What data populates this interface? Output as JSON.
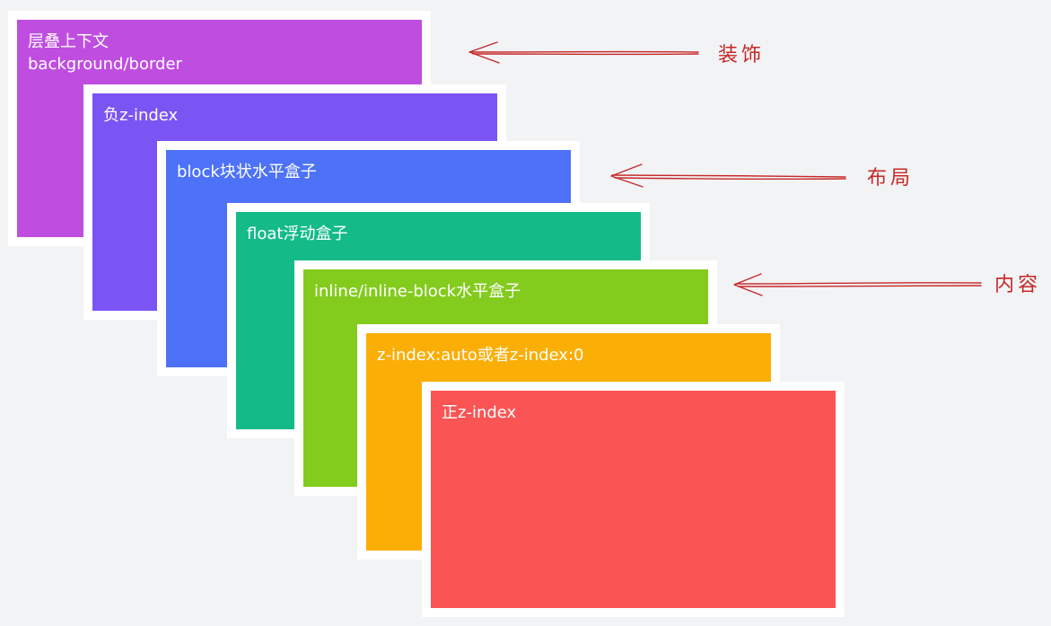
{
  "layers": [
    {
      "lines": [
        "层叠上下文",
        "background/border"
      ],
      "color": "#bf4ee0"
    },
    {
      "lines": [
        "负z-index"
      ],
      "color": "#7b54f4"
    },
    {
      "lines": [
        "block块状水平盒子"
      ],
      "color": "#4d72f7"
    },
    {
      "lines": [
        "float浮动盒子"
      ],
      "color": "#14bb89"
    },
    {
      "lines": [
        "inline/inline-block水平盒子"
      ],
      "color": "#83cb1d"
    },
    {
      "lines": [
        "z-index:auto或者z-index:0"
      ],
      "color": "#fbae06"
    },
    {
      "lines": [
        "正z-index"
      ],
      "color": "#fb5454"
    }
  ],
  "annotations": {
    "decoration": "装饰",
    "layout": "布局",
    "content": "内容",
    "color": "#c62828"
  }
}
